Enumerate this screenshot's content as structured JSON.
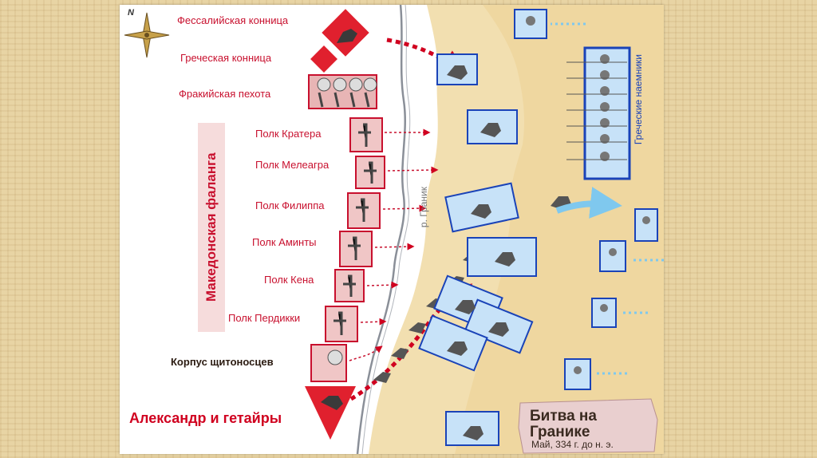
{
  "map": {
    "title_line1": "Битва на",
    "title_line2": "Гранике",
    "subtitle": "Май, 334 г. до н. э.",
    "compass_letter": "N",
    "river_label": "р. Граник",
    "phalanx_label": "Македонская фаланга",
    "mercenaries_label": "Греческие наемники",
    "units": [
      "Фессалийская конница",
      "Греческая конница",
      "Фракийская пехота",
      "Полк Кратера",
      "Полк Мелеагра",
      "Полк Филиппа",
      "Полк Аминты",
      "Полк Кена",
      "Полк Пердикки",
      "Корпус щитоносцев",
      "Александр и гетайры"
    ],
    "colors": {
      "macedonian": "#d0001f",
      "persian_fill": "#c7e2f8",
      "persian_border": "#1a43b8",
      "arrow_blue": "#7fc8ee",
      "river": "#8a8f98",
      "sand": "#f2dfb0"
    }
  }
}
